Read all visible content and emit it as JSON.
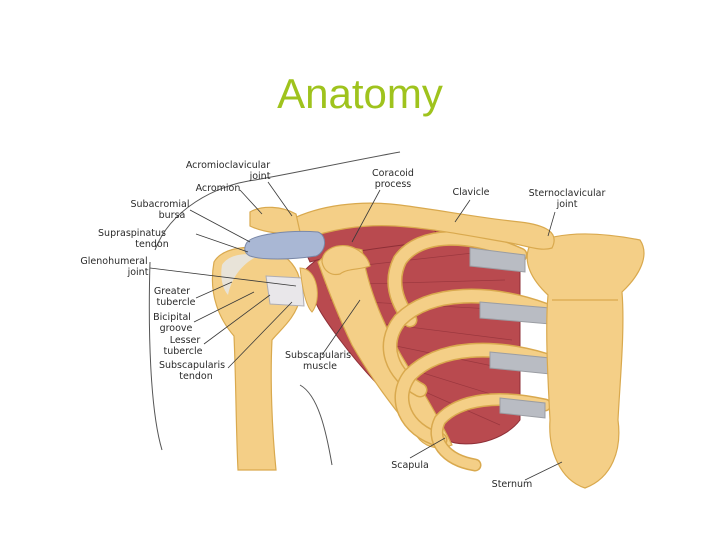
{
  "title": "Anatomy",
  "colors": {
    "title": "#9fc31d",
    "bone": "#f4cf87",
    "bone_outline": "#d9a94e",
    "muscle": "#b94a4f",
    "muscle_dark": "#8e2f37",
    "cartilage": "#b9bcc3",
    "bursa": "#a9b7d4",
    "skin_outline": "#555555"
  },
  "labels": {
    "acromioclavicular_joint": [
      "Acromioclavicular",
      "joint"
    ],
    "coracoid_process": [
      "Coracoid",
      "process"
    ],
    "clavicle": [
      "Clavicle"
    ],
    "sternoclavicular_joint": [
      "Sternoclavicular",
      "joint"
    ],
    "acromion": [
      "Acromion"
    ],
    "subacromial_bursa": [
      "Subacromial",
      "bursa"
    ],
    "supraspinatus_tendon": [
      "Supraspinatus",
      "tendon"
    ],
    "glenohumeral_joint": [
      "Glenohumeral",
      "joint"
    ],
    "greater_tubercle": [
      "Greater",
      "tubercle"
    ],
    "bicipital_groove": [
      "Bicipital",
      "groove"
    ],
    "lesser_tubercle": [
      "Lesser",
      "tubercle"
    ],
    "subscapularis_tendon": [
      "Subscapularis",
      "tendon"
    ],
    "subscapularis_muscle": [
      "Subscapularis",
      "muscle"
    ],
    "scapula": [
      "Scapula"
    ],
    "sternum": [
      "Sternum"
    ]
  }
}
